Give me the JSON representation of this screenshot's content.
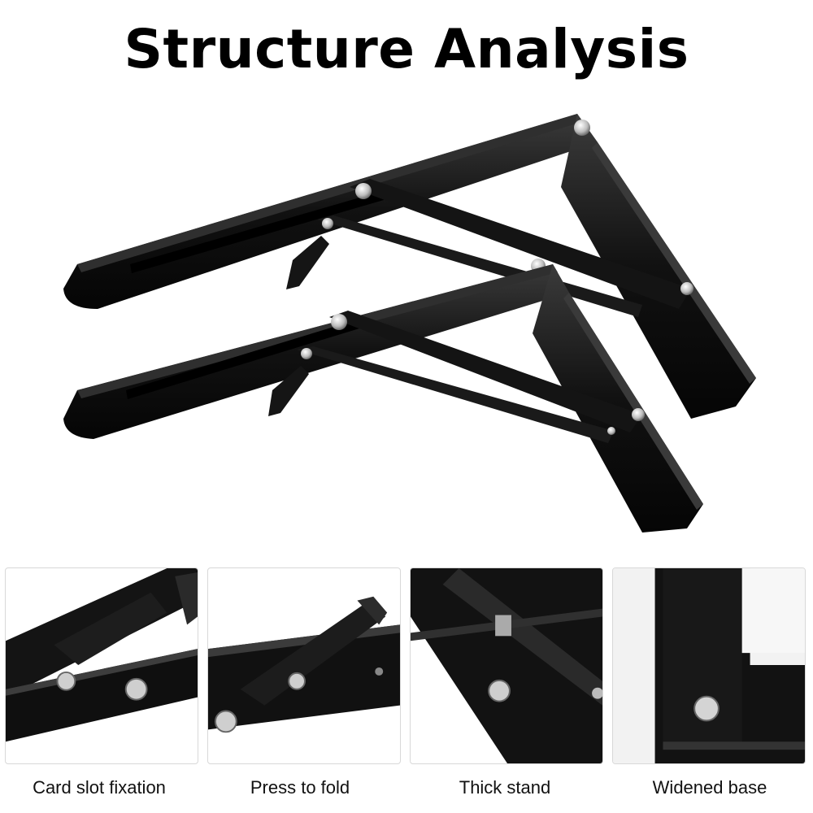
{
  "title": "Structure Analysis",
  "hero": {
    "icon": "folding-shelf-bracket-pair-image"
  },
  "features": [
    {
      "caption": "Card slot fixation",
      "icon": "card-slot-closeup-image"
    },
    {
      "caption": "Press to fold",
      "icon": "press-lever-closeup-image"
    },
    {
      "caption": "Thick stand",
      "icon": "thick-stand-closeup-image"
    },
    {
      "caption": "Widened base",
      "icon": "widened-base-closeup-image"
    }
  ],
  "colors": {
    "metal": "#0e0e0e",
    "highlight": "#3a3a3a",
    "rivet": "#c8c8c8",
    "border": "#d8d8d8"
  }
}
